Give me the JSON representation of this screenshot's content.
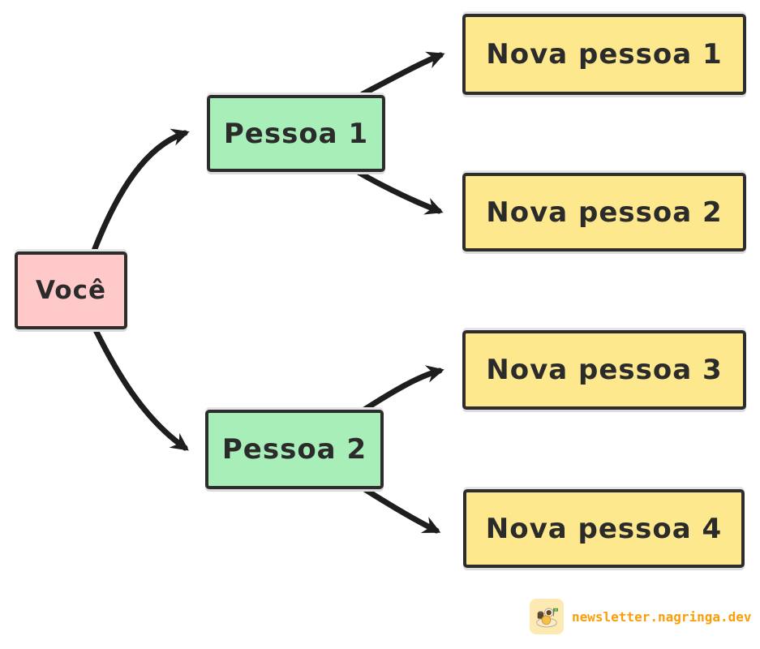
{
  "diagram": {
    "background": "#ffffff",
    "node_border_color": "#2d2d2d",
    "arrow_color": "#1e1e1e",
    "nodes": [
      {
        "id": "voce",
        "label": "Você",
        "color": "#ffc9c9"
      },
      {
        "id": "pessoa1",
        "label": "Pessoa 1",
        "color": "#a8eeb9"
      },
      {
        "id": "pessoa2",
        "label": "Pessoa 2",
        "color": "#a8eeb9"
      },
      {
        "id": "nova1",
        "label": "Nova pessoa 1",
        "color": "#fde88d"
      },
      {
        "id": "nova2",
        "label": "Nova pessoa 2",
        "color": "#fde88d"
      },
      {
        "id": "nova3",
        "label": "Nova pessoa 3",
        "color": "#fde88d"
      },
      {
        "id": "nova4",
        "label": "Nova pessoa 4",
        "color": "#fde88d"
      }
    ],
    "edges": [
      {
        "from": "voce",
        "to": "pessoa1"
      },
      {
        "from": "voce",
        "to": "pessoa2"
      },
      {
        "from": "pessoa1",
        "to": "nova1"
      },
      {
        "from": "pessoa1",
        "to": "nova2"
      },
      {
        "from": "pessoa2",
        "to": "nova3"
      },
      {
        "from": "pessoa2",
        "to": "nova4"
      }
    ]
  },
  "watermark": {
    "text": "newsletter.nagringa.dev",
    "text_color": "#fb9e08",
    "icon_bg": "#fdeab2",
    "icon": "breakfast-tray-icon"
  }
}
